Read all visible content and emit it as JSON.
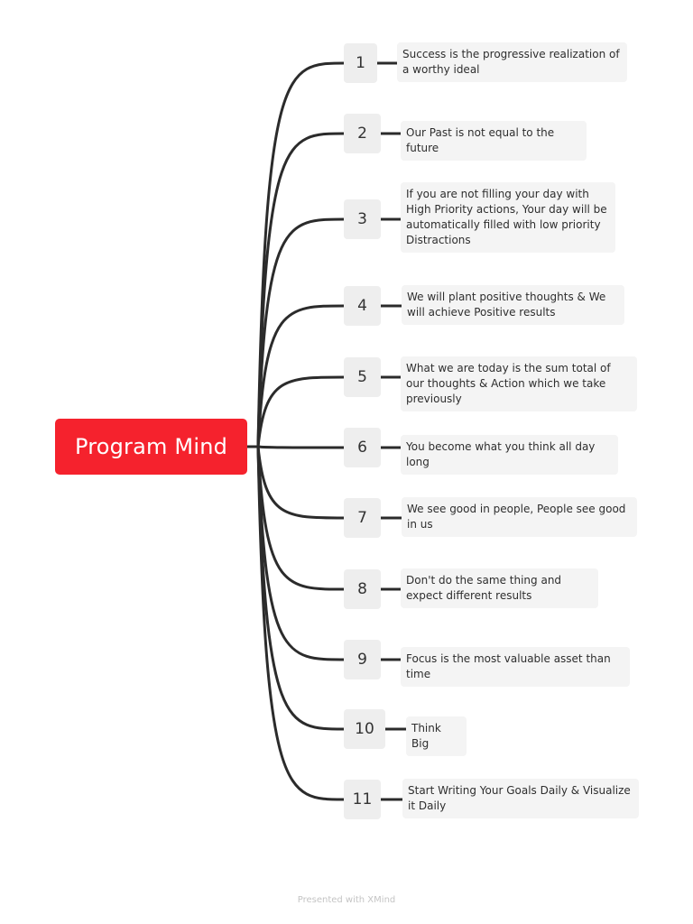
{
  "root": {
    "label": "Program Mind"
  },
  "items": [
    {
      "number": "1",
      "text": "Success is the progressive realization of a worthy ideal"
    },
    {
      "number": "2",
      "text": "Our Past is not equal to the future"
    },
    {
      "number": "3",
      "text": "If you are not filling your day with High Priority actions, Your day will be automatically filled with low priority Distractions"
    },
    {
      "number": "4",
      "text": "We will plant positive thoughts & We will achieve Positive results"
    },
    {
      "number": "5",
      "text": "What we are today is the sum total of our thoughts & Action which we take previously"
    },
    {
      "number": "6",
      "text": "You become what you think all day long"
    },
    {
      "number": "7",
      "text": "We see good in people, People see good in us"
    },
    {
      "number": "8",
      "text": "Don't do the same thing and expect different results"
    },
    {
      "number": "9",
      "text": "Focus is the most valuable asset than time"
    },
    {
      "number": "10",
      "text": "Think Big"
    },
    {
      "number": "11",
      "text": "Start Writing Your Goals Daily & Visualize it Daily"
    }
  ],
  "footer": {
    "text": "Presented with XMind"
  },
  "colors": {
    "root_bg": "#f5222d",
    "connector": "#2b2b2b",
    "node_bg": "#eeeeee",
    "leaf_bg": "#f4f4f4"
  }
}
